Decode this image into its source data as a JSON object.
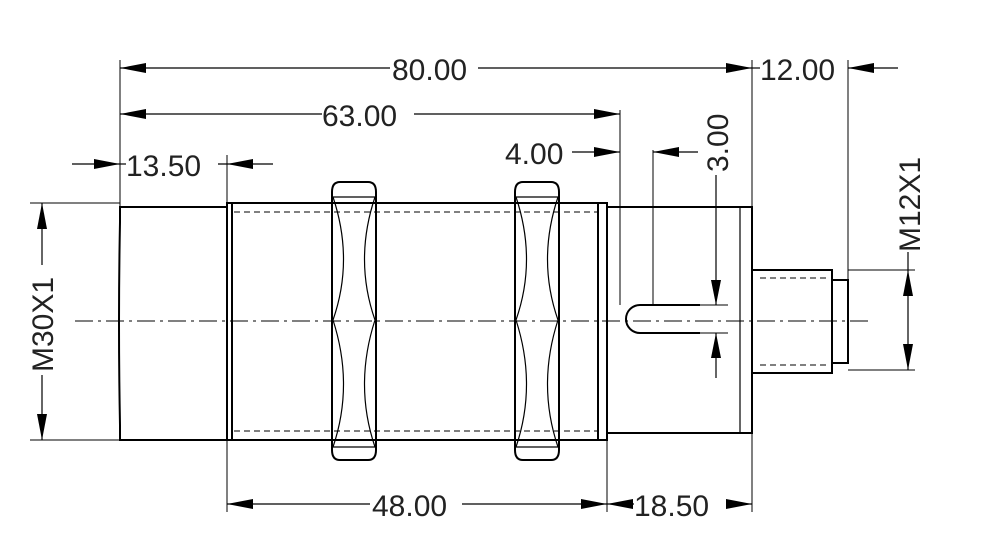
{
  "dimensions": {
    "overall_length": "80.00",
    "body_length": "63.00",
    "front_unthreaded": "13.50",
    "led_offset": "4.00",
    "led_diameter": "3.00",
    "connector_length": "12.00",
    "threaded_length": "48.00",
    "rear_length": "18.50"
  },
  "threads": {
    "body_thread": "M30X1",
    "connector_thread": "M12X1"
  }
}
